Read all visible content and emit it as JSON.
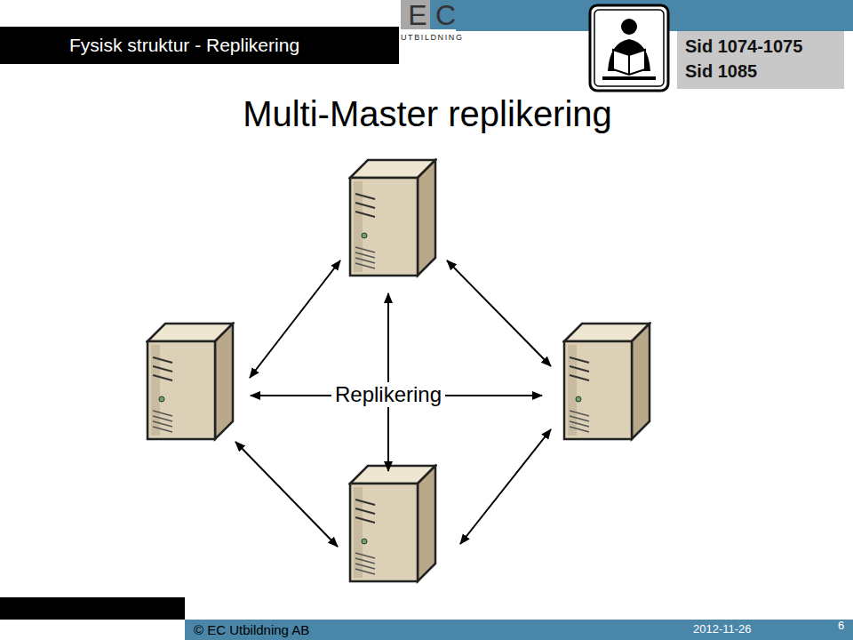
{
  "diagram": {
    "title": "Multi-Master replikering",
    "nodes": [
      {
        "text": [
          "Fysisk struktur - Replikering"
        ]
      },
      {
        "text": [
          "E"
        ]
      },
      {
        "text": [
          "C"
        ]
      },
      {
        "text": [
          "Sid 1074-1075",
          "Sid 1085"
        ]
      },
      {
        "text": [
          "© EC Utbildning AB",
          "2012-11-26",
          "6"
        ]
      }
    ],
    "labels": [
      "UTBILDNING",
      "Replikering"
    ]
  }
}
